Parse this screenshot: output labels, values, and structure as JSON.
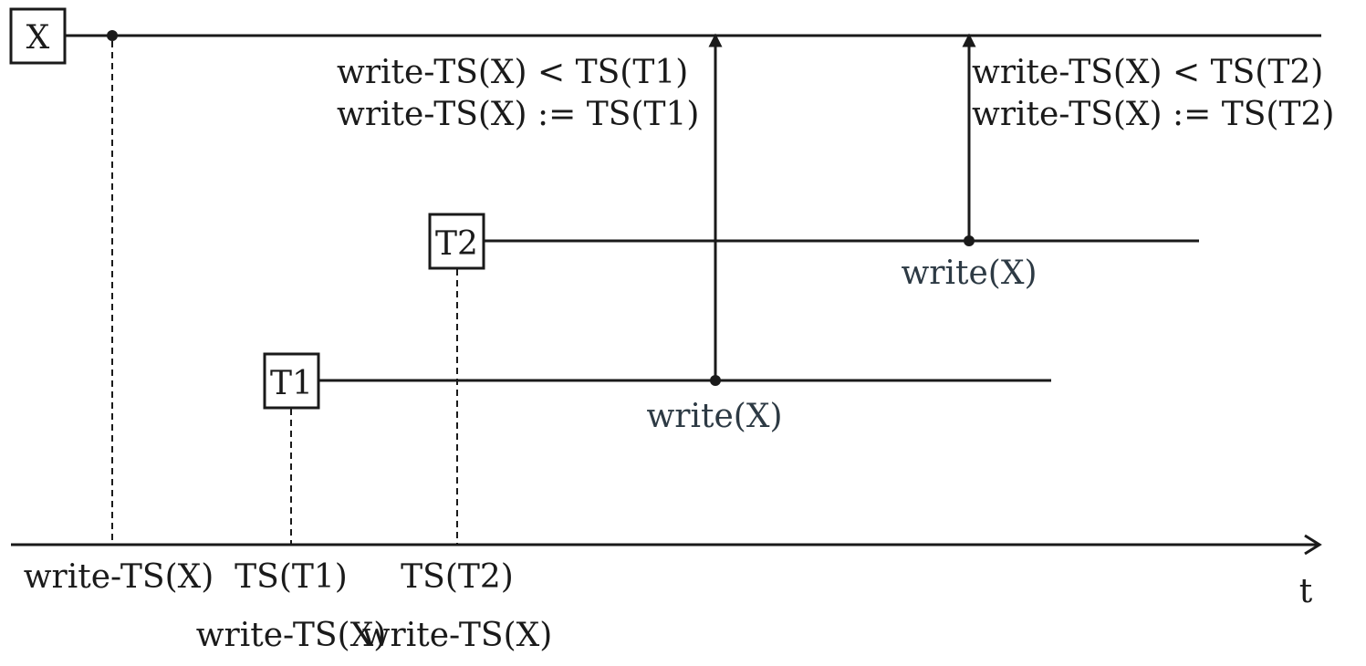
{
  "object": {
    "label": "X"
  },
  "transactions": [
    {
      "label": "T1",
      "operation": "write(X)"
    },
    {
      "label": "T2",
      "operation": "write(X)"
    }
  ],
  "conditions": [
    {
      "line1": "write-TS(X) < TS(T1)",
      "line2": "write-TS(X) := TS(T1)"
    },
    {
      "line1": "write-TS(X) < TS(T2)",
      "line2": "write-TS(X) := TS(T2)"
    }
  ],
  "time_axis": {
    "label": "t",
    "markers": {
      "initial_write_ts": "write-TS(X)",
      "ts_t1": "TS(T1)",
      "ts_t2": "TS(T2)",
      "write_ts_after_t1": "write-TS(X)",
      "write_ts_after_t2": "write-TS(X)"
    }
  }
}
